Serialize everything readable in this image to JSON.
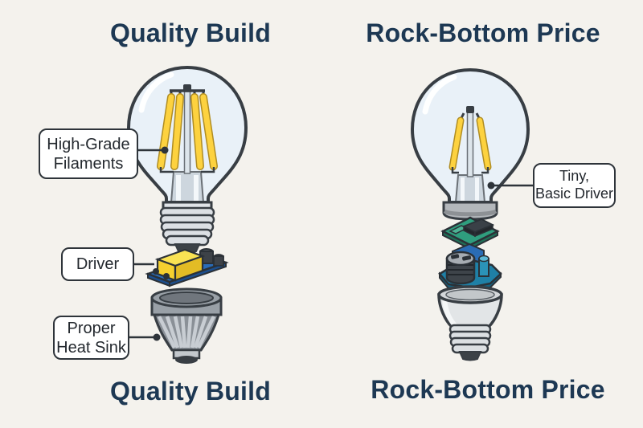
{
  "left_panel": {
    "top_title": "Quality Build",
    "bottom_title": "Quality Build",
    "labels": {
      "filaments": {
        "line1": "High-Grade",
        "line2": "Filaments"
      },
      "driver": {
        "text": "Driver"
      },
      "heatsink": {
        "line1": "Proper",
        "line2": "Heat Sink"
      }
    },
    "illustration_parts": [
      "filament-bulb",
      "screw-base",
      "driver-pcb",
      "finned-heat-sink"
    ]
  },
  "right_panel": {
    "top_title": "Rock-Bottom Price",
    "bottom_title": "Rock-Bottom Price",
    "labels": {
      "driver": {
        "line1": "Tiny,",
        "line2": "Basic Driver"
      }
    },
    "illustration_parts": [
      "filament-bulb",
      "base-cylinder",
      "small-green-pcb",
      "capacitor-board",
      "plastic-housing"
    ]
  },
  "colors": {
    "background": "#f4f2ed",
    "title": "#1d3853",
    "label_border": "#2e343a",
    "label_text": "#23282e",
    "outline": "#383e44",
    "glass_blue": "#e9f1f8",
    "filament_yellow": "#fdd23f",
    "pcb_blue": "#2a6cb8",
    "pcb_green": "#2f9e7e",
    "board_teal": "#1f80a6",
    "metal_gray": "#dce0e4"
  }
}
